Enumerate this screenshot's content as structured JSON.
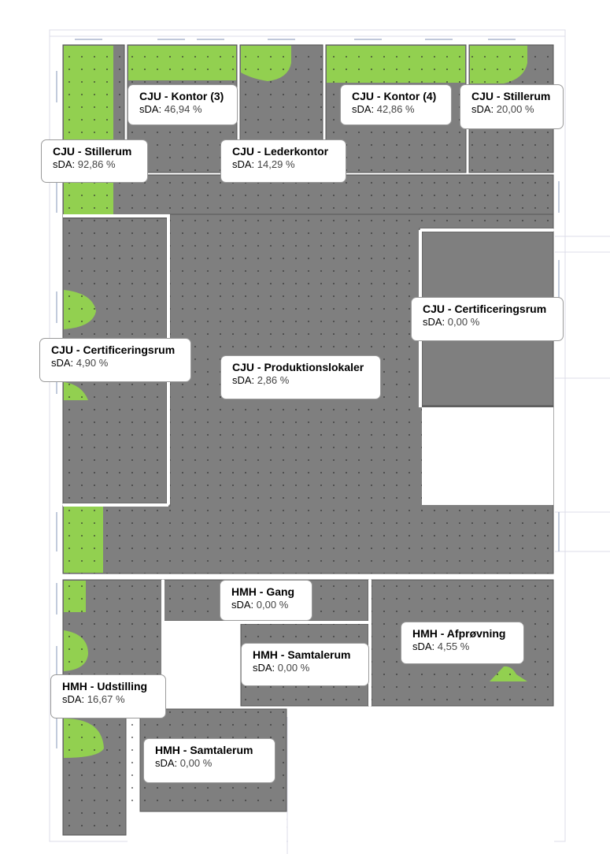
{
  "colors": {
    "room_fill": "#7f7f7f",
    "daylight_fill": "#92d050",
    "wall": "#ffffff",
    "outline": "#555555",
    "background_lines": "#d9d9e8"
  },
  "sda_prefix": "sDA:",
  "rooms": [
    {
      "name": "CJU - Kontor (3)",
      "sda": "46,94 %"
    },
    {
      "name": "CJU - Kontor (4)",
      "sda": "42,86 %"
    },
    {
      "name": "CJU - Stillerum",
      "sda": "20,00 %"
    },
    {
      "name": "CJU - Stillerum",
      "sda": "92,86 %"
    },
    {
      "name": "CJU - Lederkontor",
      "sda": "14,29 %"
    },
    {
      "name": "CJU - Certificeringsrum",
      "sda": "0,00 %"
    },
    {
      "name": "CJU - Certificeringsrum",
      "sda": "4,90 %"
    },
    {
      "name": "CJU - Produktionslokaler",
      "sda": "2,86 %"
    },
    {
      "name": "HMH - Gang",
      "sda": "0,00 %"
    },
    {
      "name": "HMH - Afprøvning",
      "sda": "4,55 %"
    },
    {
      "name": "HMH - Samtalerum",
      "sda": "0,00 %"
    },
    {
      "name": "HMH - Udstilling",
      "sda": "16,67 %"
    },
    {
      "name": "HMH - Samtalerum",
      "sda": "0,00 %"
    }
  ]
}
